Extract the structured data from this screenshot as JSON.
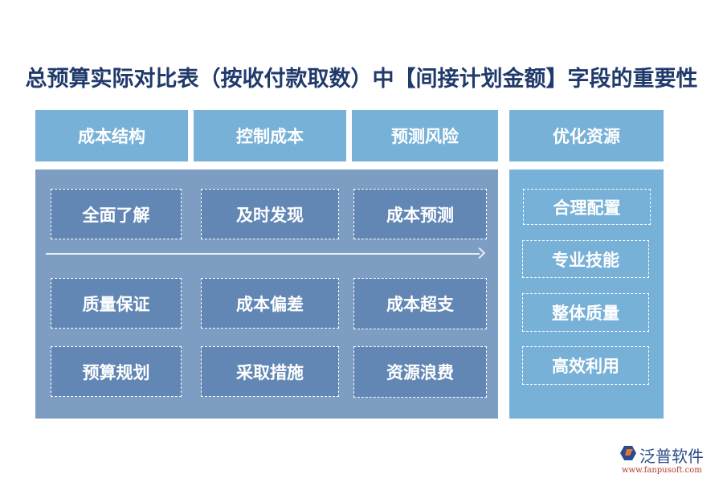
{
  "title": "总预算实际对比表（按收付款取数）中【间接计划金额】字段的重要性",
  "headers": [
    "成本结构",
    "控制成本",
    "预测风险",
    "优化资源"
  ],
  "left_panel": {
    "row1": [
      "全面了解",
      "及时发现",
      "成本预测"
    ],
    "row2": [
      "质量保证",
      "成本偏差",
      "成本超支"
    ],
    "row3": [
      "预算规划",
      "采取措施",
      "资源浪费"
    ]
  },
  "right_panel": [
    "合理配置",
    "专业技能",
    "整体质量",
    "高效利用"
  ],
  "logo": {
    "name": "泛普软件",
    "url": "www.fanpusoft.com"
  },
  "colors": {
    "header_bg": "#78b1d8",
    "left_panel_bg": "#7d9dc3",
    "box_bg": "#6287b5",
    "title": "#1f3a6b"
  }
}
